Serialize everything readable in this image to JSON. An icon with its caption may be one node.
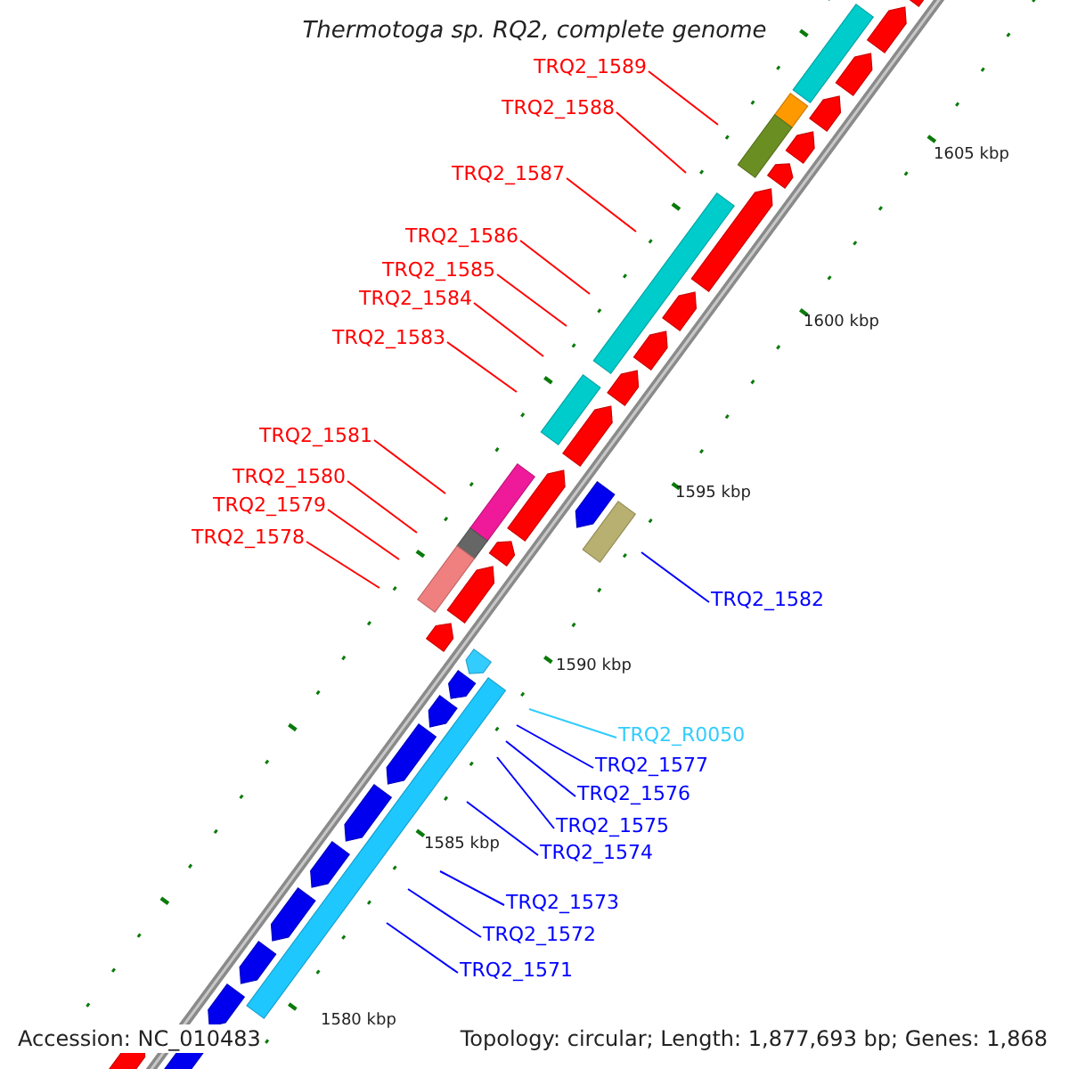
{
  "diagram": {
    "title": "Thermotoga sp. RQ2, complete genome",
    "nodes": [
      {
        "text": [
          "TRQ2_1589"
        ]
      },
      {
        "text": [
          "TRQ2_1588"
        ]
      },
      {
        "text": [
          "TRQ2_1587"
        ]
      },
      {
        "text": [
          "TRQ2_1586"
        ]
      },
      {
        "text": [
          "TRQ2_1585"
        ]
      },
      {
        "text": [
          "TRQ2_1584"
        ]
      },
      {
        "text": [
          "TRQ2_1583"
        ]
      },
      {
        "text": [
          "TRQ2_1581"
        ]
      },
      {
        "text": [
          "TRQ2_1580"
        ]
      },
      {
        "text": [
          "TRQ2_1579"
        ]
      },
      {
        "text": [
          "TRQ2_1578"
        ]
      },
      {
        "text": [
          "TRQ2_1582"
        ]
      },
      {
        "text": [
          "TRQ2_R0050"
        ]
      },
      {
        "text": [
          "TRQ2_1577"
        ]
      },
      {
        "text": [
          "TRQ2_1576"
        ]
      },
      {
        "text": [
          "TRQ2_1575"
        ]
      },
      {
        "text": [
          "TRQ2_1574"
        ]
      },
      {
        "text": [
          "TRQ2_1573"
        ]
      },
      {
        "text": [
          "TRQ2_1572"
        ]
      },
      {
        "text": [
          "TRQ2_1571"
        ]
      }
    ],
    "edges": [
      {
        "from": 0,
        "to": null,
        "arrow": "none"
      },
      {
        "from": 1,
        "to": null,
        "arrow": "none"
      },
      {
        "from": 2,
        "to": null,
        "arrow": "none"
      },
      {
        "from": 3,
        "to": null,
        "arrow": "none"
      },
      {
        "from": 4,
        "to": null,
        "arrow": "none"
      },
      {
        "from": 5,
        "to": null,
        "arrow": "none"
      },
      {
        "from": 6,
        "to": null,
        "arrow": "none"
      },
      {
        "from": 7,
        "to": null,
        "arrow": "none"
      },
      {
        "from": 8,
        "to": null,
        "arrow": "none"
      },
      {
        "from": 9,
        "to": null,
        "arrow": "none"
      },
      {
        "from": 10,
        "to": null,
        "arrow": "none"
      },
      {
        "from": 11,
        "to": null,
        "arrow": "none",
        "color": "#0000ff"
      },
      {
        "from": 12,
        "to": null,
        "arrow": "none",
        "color": "#33ccff"
      },
      {
        "from": 13,
        "to": null,
        "arrow": "none",
        "color": "#0000ff"
      },
      {
        "from": 14,
        "to": null,
        "arrow": "none",
        "color": "#0000ff"
      },
      {
        "from": 15,
        "to": null,
        "arrow": "none",
        "color": "#0000ff"
      },
      {
        "from": 16,
        "to": null,
        "arrow": "none",
        "color": "#0000ff"
      },
      {
        "from": 17,
        "to": null,
        "arrow": "none",
        "color": "#0000ff"
      },
      {
        "from": 18,
        "to": null,
        "arrow": "none",
        "color": "#0000ff"
      },
      {
        "from": 19,
        "to": null,
        "arrow": "none",
        "color": "#0000ff"
      }
    ],
    "labels": [
      "1605 kbp",
      "1600 kbp",
      "1595 kbp",
      "1590 kbp",
      "1585 kbp",
      "1580 kbp",
      "Accession: NC_010483",
      "Topology: circular; Length: 1,877,693 bp; Genes: 1,868"
    ]
  }
}
